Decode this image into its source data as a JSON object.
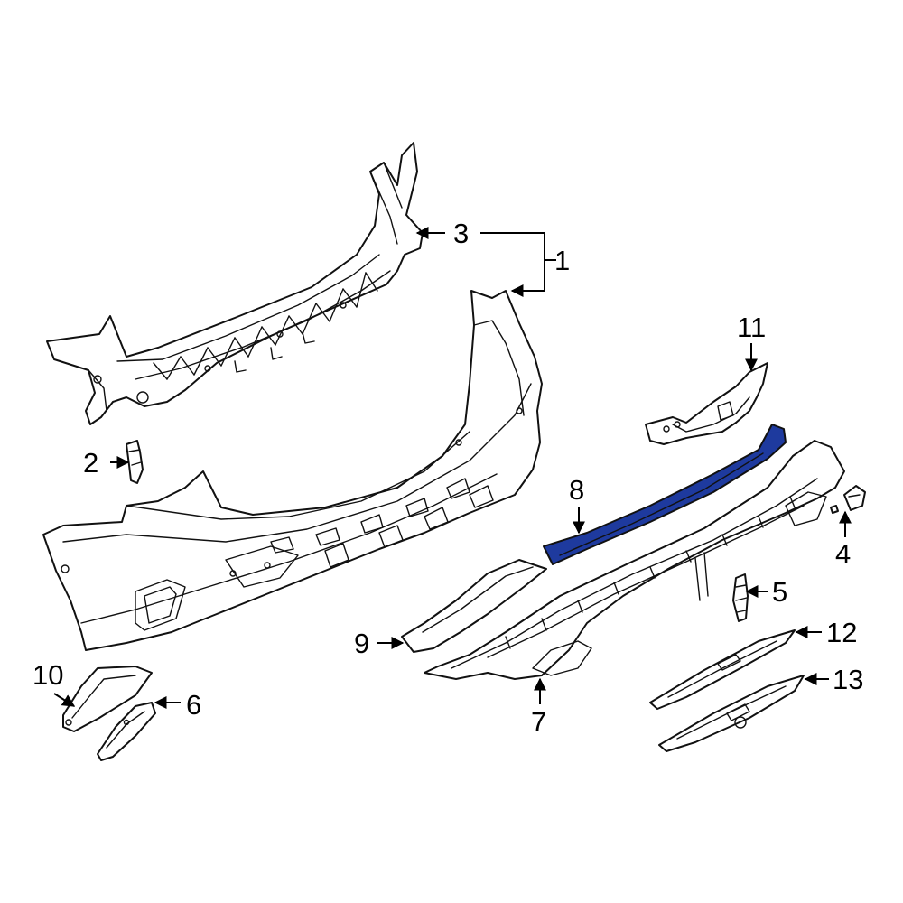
{
  "highlight_color": "#1e3a9e",
  "callouts": [
    {
      "label": "1"
    },
    {
      "label": "2"
    },
    {
      "label": "3"
    },
    {
      "label": "4"
    },
    {
      "label": "5"
    },
    {
      "label": "6"
    },
    {
      "label": "7"
    },
    {
      "label": "8"
    },
    {
      "label": "9"
    },
    {
      "label": "10"
    },
    {
      "label": "11"
    },
    {
      "label": "12"
    },
    {
      "label": "13"
    }
  ]
}
